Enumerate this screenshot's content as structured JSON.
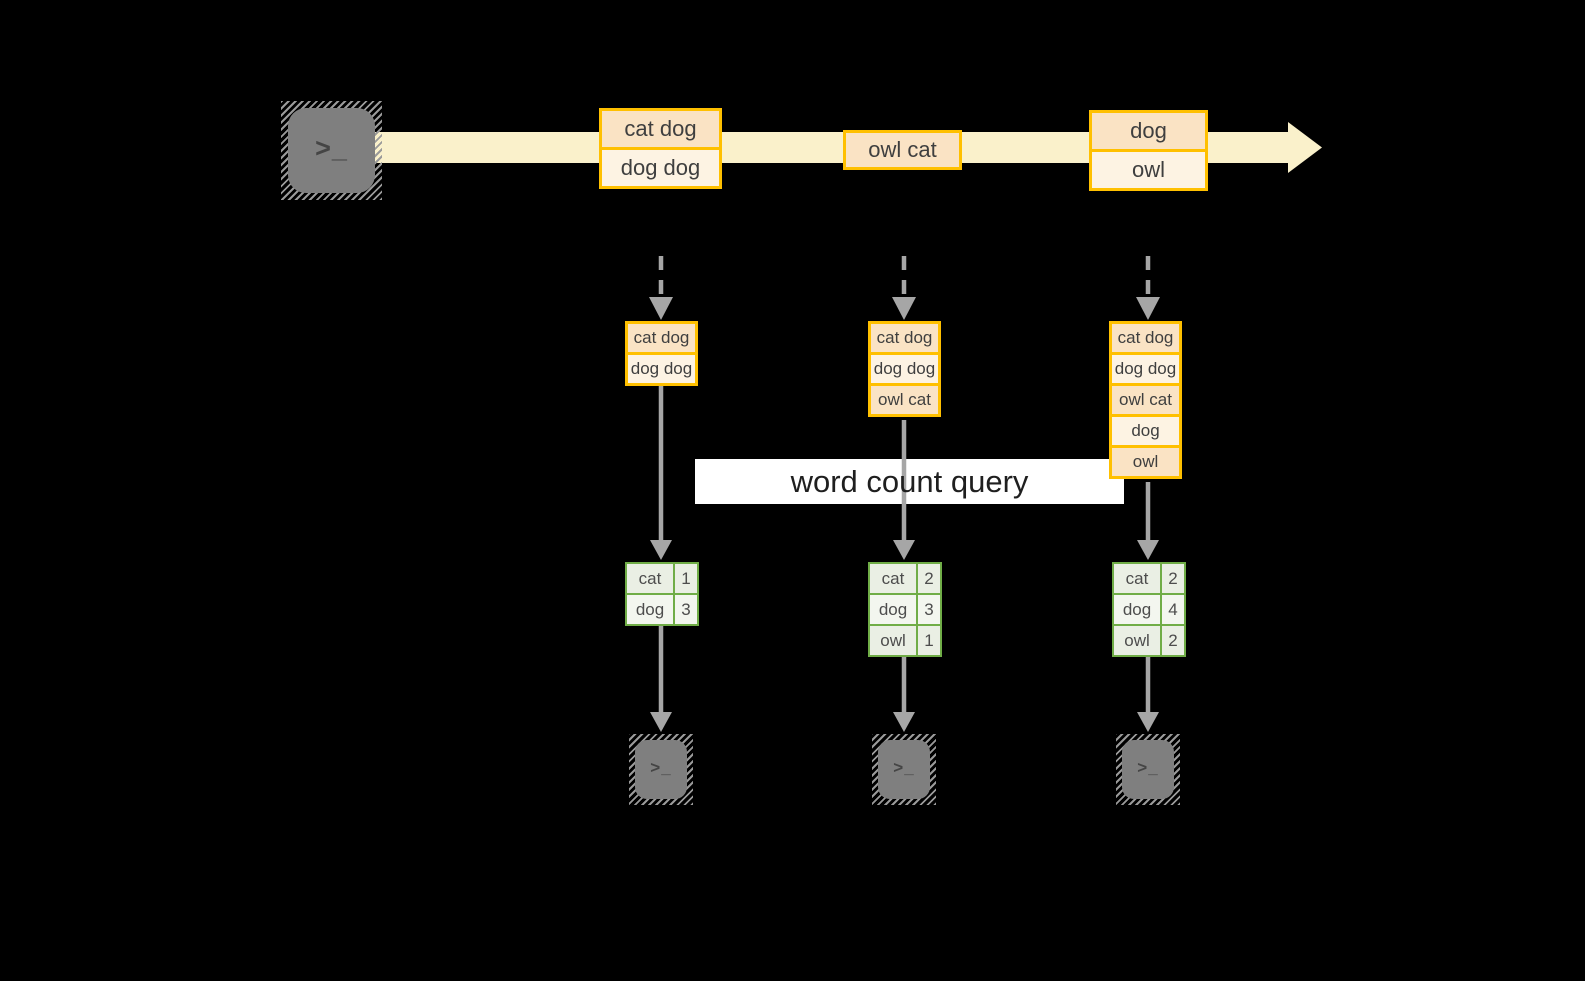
{
  "query": {
    "label": "word count query"
  },
  "stream": {
    "events": [
      {
        "lines": [
          "cat dog",
          "dog dog"
        ]
      },
      {
        "lines": [
          "owl cat"
        ]
      },
      {
        "lines": [
          "dog",
          "owl"
        ]
      }
    ]
  },
  "columns": [
    {
      "state": [
        "cat dog",
        "dog dog"
      ],
      "counts": [
        {
          "word": "cat",
          "count": "1"
        },
        {
          "word": "dog",
          "count": "3"
        }
      ]
    },
    {
      "state": [
        "cat dog",
        "dog dog",
        "owl cat"
      ],
      "counts": [
        {
          "word": "cat",
          "count": "2"
        },
        {
          "word": "dog",
          "count": "3"
        },
        {
          "word": "owl",
          "count": "1"
        }
      ]
    },
    {
      "state": [
        "cat dog",
        "dog dog",
        "owl cat",
        "dog",
        "owl"
      ],
      "counts": [
        {
          "word": "cat",
          "count": "2"
        },
        {
          "word": "dog",
          "count": "4"
        },
        {
          "word": "owl",
          "count": "2"
        }
      ]
    }
  ],
  "icons": {
    "source": "terminal-icon",
    "sinks": [
      "terminal-icon",
      "terminal-icon",
      "terminal-icon"
    ],
    "glyph": ">_"
  },
  "colors": {
    "stream_band": "#FAF1CB",
    "box_border": "#FFC000",
    "row_peach": "#FAE3C4",
    "row_cream": "#FDF3E3",
    "table_border": "#70AD47",
    "cell_dark": "#EAEFE4",
    "cell_light": "#F3F6EF",
    "arrow_gray": "#A6A6A6",
    "icon_gray": "#7F7F7F",
    "query_bg": "#FFFFFF"
  }
}
